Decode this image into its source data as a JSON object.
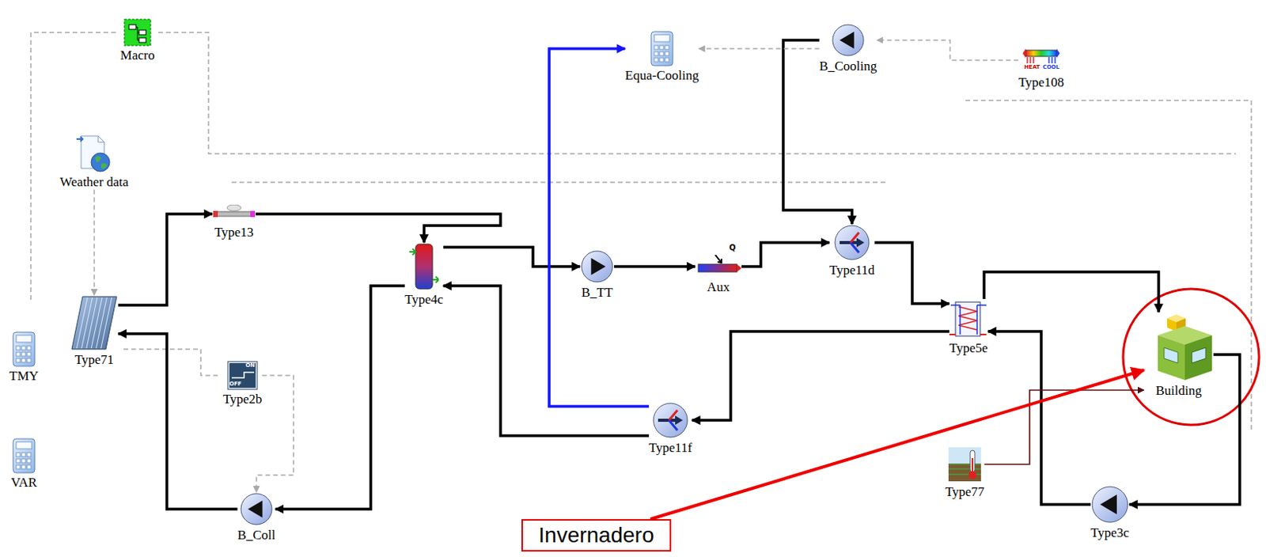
{
  "diagram": {
    "nodes": [
      {
        "text": [
          "Macro"
        ]
      },
      {
        "text": [
          "Equa-Cooling"
        ]
      },
      {
        "text": [
          "B_Cooling"
        ]
      },
      {
        "text": [
          "Type108"
        ]
      },
      {
        "text": [
          "Weather data"
        ]
      },
      {
        "text": [
          "Type13"
        ]
      },
      {
        "text": [
          "Type4c"
        ]
      },
      {
        "text": [
          "B_TT"
        ]
      },
      {
        "text": [
          "Aux"
        ]
      },
      {
        "text": [
          "Type11d"
        ]
      },
      {
        "text": [
          "Type71"
        ]
      },
      {
        "text": [
          "Type5e"
        ]
      },
      {
        "text": [
          "TMY"
        ]
      },
      {
        "text": [
          "Building"
        ]
      },
      {
        "text": [
          "Type2b"
        ]
      },
      {
        "text": [
          "Type11f"
        ]
      },
      {
        "text": [
          "VAR"
        ]
      },
      {
        "text": [
          "Type77"
        ]
      },
      {
        "text": [
          "Type3c"
        ]
      },
      {
        "text": [
          "B_Coll"
        ]
      },
      {
        "text": [
          "Invernadero"
        ]
      }
    ],
    "edges": [
      {
        "from": 10,
        "to": 5,
        "arrow": "to"
      },
      {
        "from": 5,
        "to": 6,
        "arrow": "to"
      },
      {
        "from": 6,
        "to": 7,
        "arrow": "to"
      },
      {
        "from": 7,
        "to": 8,
        "arrow": "to"
      },
      {
        "from": 8,
        "to": 9,
        "arrow": "to"
      },
      {
        "from": 2,
        "to": 9,
        "arrow": "to"
      },
      {
        "from": 9,
        "to": 11,
        "arrow": "to"
      },
      {
        "from": 11,
        "to": 13,
        "arrow": "to"
      },
      {
        "from": 11,
        "to": 15,
        "arrow": "to"
      },
      {
        "from": 15,
        "to": 6,
        "arrow": "to"
      },
      {
        "from": 15,
        "to": 1,
        "arrow": "to"
      },
      {
        "from": 19,
        "to": 10,
        "arrow": "to"
      },
      {
        "from": 6,
        "to": 19,
        "arrow": "to"
      },
      {
        "from": 13,
        "to": 18,
        "arrow": "to"
      },
      {
        "from": 18,
        "to": 11,
        "arrow": "to"
      },
      {
        "from": 17,
        "to": 13,
        "arrow": "to"
      },
      {
        "from": 20,
        "to": 13,
        "arrow": "to"
      },
      {
        "from": 3,
        "to": 2,
        "arrow": "to"
      },
      {
        "from": 2,
        "to": 1,
        "arrow": "to"
      },
      {
        "from": 14,
        "to": 19,
        "arrow": "to"
      },
      {
        "from": 4,
        "to": 10,
        "arrow": "to"
      }
    ],
    "labels": [
      "HEAT",
      "COOL",
      "Q",
      "ON",
      "OFF"
    ]
  }
}
